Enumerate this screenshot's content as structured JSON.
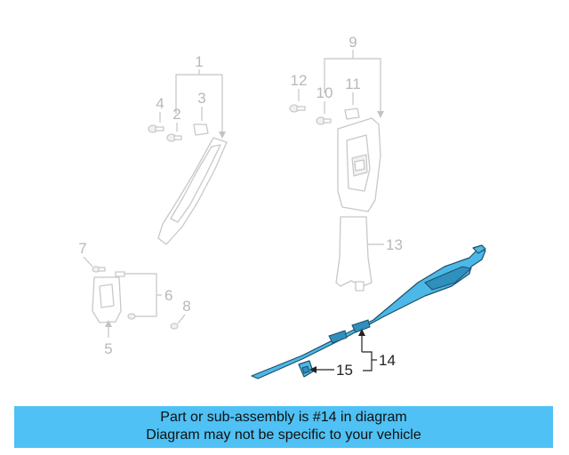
{
  "callouts": {
    "c1": "1",
    "c2": "2",
    "c3": "3",
    "c4": "4",
    "c5": "5",
    "c6": "6",
    "c7": "7",
    "c8": "8",
    "c9": "9",
    "c10": "10",
    "c11": "11",
    "c12": "12",
    "c13": "13",
    "c14": "14",
    "c15": "15"
  },
  "highlight_color": "#4db8e8",
  "banner": {
    "line1": "Part or sub-assembly is #14 in diagram",
    "line2": "Diagram may not be specific to your vehicle",
    "background": "#4fc1f4"
  }
}
